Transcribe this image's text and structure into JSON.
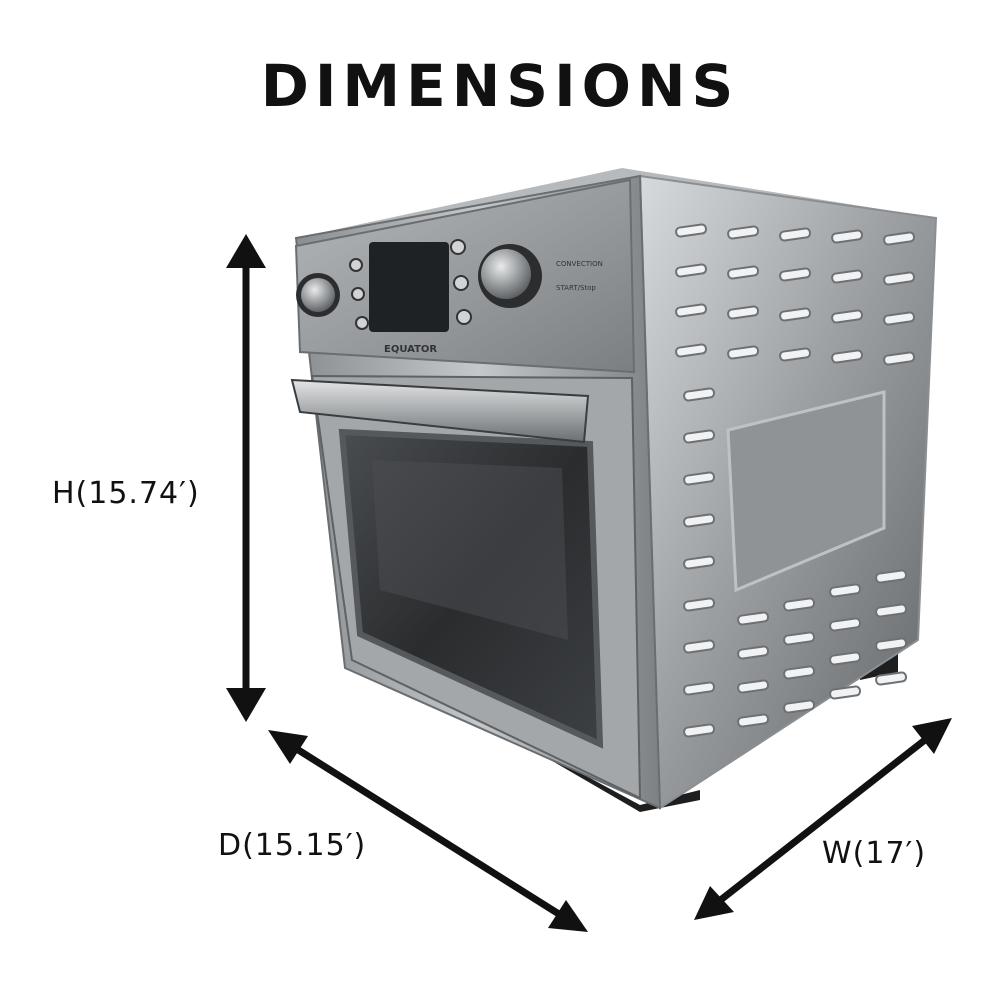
{
  "title": "DIMENSIONS",
  "dimensions": {
    "height": "H(15.74′)",
    "depth": "D(15.15′)",
    "width": "W(17′)"
  },
  "product": {
    "brand": "EQUATOR",
    "panel_text": [
      "CONVECTION",
      "START/Stop"
    ]
  },
  "colors": {
    "arrow": "#111111",
    "steel_light": "#c9ccce",
    "steel_dark": "#6e7275",
    "background": "#ffffff"
  }
}
